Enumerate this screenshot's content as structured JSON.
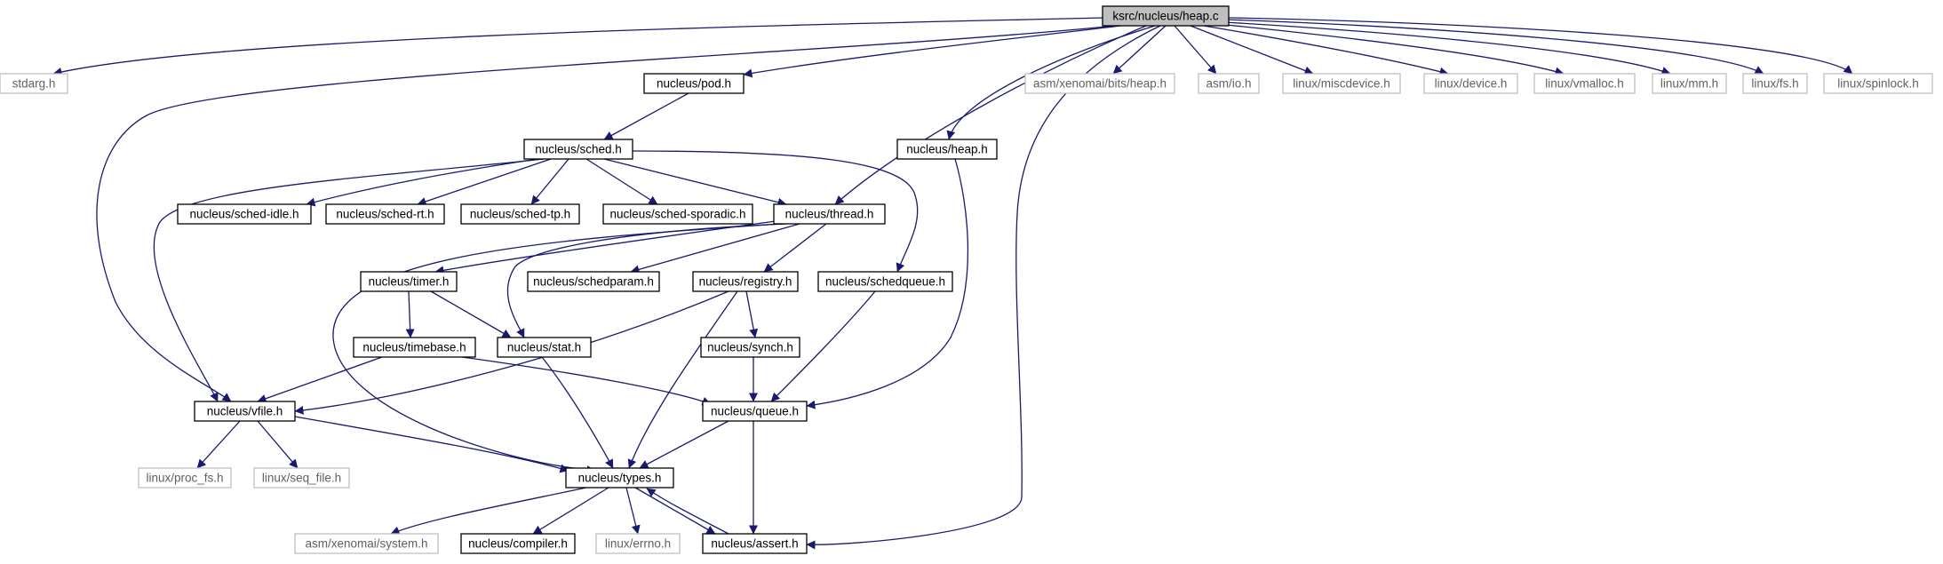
{
  "graph": {
    "colors": {
      "edge": "#191970",
      "node_border": "#000000",
      "external_border": "#bfbfbf",
      "root_fill": "#bfbfbf",
      "node_fill": "#ffffff",
      "external_text": "#606060"
    },
    "nodes": [
      {
        "id": "heap_c",
        "label": "ksrc/nucleus/heap.c",
        "kind": "root"
      },
      {
        "id": "stdarg",
        "label": "stdarg.h",
        "kind": "external"
      },
      {
        "id": "pod",
        "label": "nucleus/pod.h",
        "kind": "internal"
      },
      {
        "id": "bits_heap",
        "label": "asm/xenomai/bits/heap.h",
        "kind": "external"
      },
      {
        "id": "asm_io",
        "label": "asm/io.h",
        "kind": "external"
      },
      {
        "id": "miscdevice",
        "label": "linux/miscdevice.h",
        "kind": "external"
      },
      {
        "id": "device",
        "label": "linux/device.h",
        "kind": "external"
      },
      {
        "id": "vmalloc",
        "label": "linux/vmalloc.h",
        "kind": "external"
      },
      {
        "id": "mm",
        "label": "linux/mm.h",
        "kind": "external"
      },
      {
        "id": "fs",
        "label": "linux/fs.h",
        "kind": "external"
      },
      {
        "id": "spinlock",
        "label": "linux/spinlock.h",
        "kind": "external"
      },
      {
        "id": "sched",
        "label": "nucleus/sched.h",
        "kind": "internal"
      },
      {
        "id": "heap_h",
        "label": "nucleus/heap.h",
        "kind": "internal"
      },
      {
        "id": "sched_idle",
        "label": "nucleus/sched-idle.h",
        "kind": "internal"
      },
      {
        "id": "sched_rt",
        "label": "nucleus/sched-rt.h",
        "kind": "internal"
      },
      {
        "id": "sched_tp",
        "label": "nucleus/sched-tp.h",
        "kind": "internal"
      },
      {
        "id": "sched_sporadic",
        "label": "nucleus/sched-sporadic.h",
        "kind": "internal"
      },
      {
        "id": "thread",
        "label": "nucleus/thread.h",
        "kind": "internal"
      },
      {
        "id": "timer",
        "label": "nucleus/timer.h",
        "kind": "internal"
      },
      {
        "id": "schedparam",
        "label": "nucleus/schedparam.h",
        "kind": "internal"
      },
      {
        "id": "registry",
        "label": "nucleus/registry.h",
        "kind": "internal"
      },
      {
        "id": "schedqueue",
        "label": "nucleus/schedqueue.h",
        "kind": "internal"
      },
      {
        "id": "timebase",
        "label": "nucleus/timebase.h",
        "kind": "internal"
      },
      {
        "id": "stat",
        "label": "nucleus/stat.h",
        "kind": "internal"
      },
      {
        "id": "synch",
        "label": "nucleus/synch.h",
        "kind": "internal"
      },
      {
        "id": "vfile",
        "label": "nucleus/vfile.h",
        "kind": "internal"
      },
      {
        "id": "queue",
        "label": "nucleus/queue.h",
        "kind": "internal"
      },
      {
        "id": "proc_fs",
        "label": "linux/proc_fs.h",
        "kind": "external"
      },
      {
        "id": "seq_file",
        "label": "linux/seq_file.h",
        "kind": "external"
      },
      {
        "id": "types",
        "label": "nucleus/types.h",
        "kind": "internal"
      },
      {
        "id": "system",
        "label": "asm/xenomai/system.h",
        "kind": "external"
      },
      {
        "id": "compiler",
        "label": "nucleus/compiler.h",
        "kind": "internal"
      },
      {
        "id": "errno",
        "label": "linux/errno.h",
        "kind": "external"
      },
      {
        "id": "assert",
        "label": "nucleus/assert.h",
        "kind": "internal"
      }
    ],
    "edges": [
      {
        "from": "heap_c",
        "to": "stdarg"
      },
      {
        "from": "heap_c",
        "to": "vfile"
      },
      {
        "from": "heap_c",
        "to": "pod"
      },
      {
        "from": "heap_c",
        "to": "thread"
      },
      {
        "from": "heap_c",
        "to": "heap_h"
      },
      {
        "from": "heap_c",
        "to": "assert"
      },
      {
        "from": "heap_c",
        "to": "bits_heap"
      },
      {
        "from": "heap_c",
        "to": "asm_io"
      },
      {
        "from": "heap_c",
        "to": "miscdevice"
      },
      {
        "from": "heap_c",
        "to": "device"
      },
      {
        "from": "heap_c",
        "to": "vmalloc"
      },
      {
        "from": "heap_c",
        "to": "mm"
      },
      {
        "from": "heap_c",
        "to": "fs"
      },
      {
        "from": "heap_c",
        "to": "spinlock"
      },
      {
        "from": "pod",
        "to": "sched"
      },
      {
        "from": "sched",
        "to": "vfile"
      },
      {
        "from": "sched",
        "to": "sched_idle"
      },
      {
        "from": "sched",
        "to": "sched_rt"
      },
      {
        "from": "sched",
        "to": "sched_tp"
      },
      {
        "from": "sched",
        "to": "sched_sporadic"
      },
      {
        "from": "sched",
        "to": "thread"
      },
      {
        "from": "sched",
        "to": "schedqueue"
      },
      {
        "from": "heap_h",
        "to": "queue"
      },
      {
        "from": "thread",
        "to": "types"
      },
      {
        "from": "thread",
        "to": "timer"
      },
      {
        "from": "thread",
        "to": "stat"
      },
      {
        "from": "thread",
        "to": "schedparam"
      },
      {
        "from": "thread",
        "to": "registry"
      },
      {
        "from": "timer",
        "to": "timebase"
      },
      {
        "from": "timer",
        "to": "stat"
      },
      {
        "from": "registry",
        "to": "vfile"
      },
      {
        "from": "registry",
        "to": "types"
      },
      {
        "from": "registry",
        "to": "synch"
      },
      {
        "from": "schedqueue",
        "to": "queue"
      },
      {
        "from": "timebase",
        "to": "vfile"
      },
      {
        "from": "timebase",
        "to": "queue"
      },
      {
        "from": "stat",
        "to": "types"
      },
      {
        "from": "synch",
        "to": "queue"
      },
      {
        "from": "vfile",
        "to": "proc_fs"
      },
      {
        "from": "vfile",
        "to": "seq_file"
      },
      {
        "from": "vfile",
        "to": "types"
      },
      {
        "from": "queue",
        "to": "types"
      },
      {
        "from": "queue",
        "to": "assert"
      },
      {
        "from": "types",
        "to": "system"
      },
      {
        "from": "types",
        "to": "compiler"
      },
      {
        "from": "types",
        "to": "errno"
      },
      {
        "from": "types",
        "to": "assert"
      },
      {
        "from": "assert",
        "to": "types"
      }
    ]
  }
}
